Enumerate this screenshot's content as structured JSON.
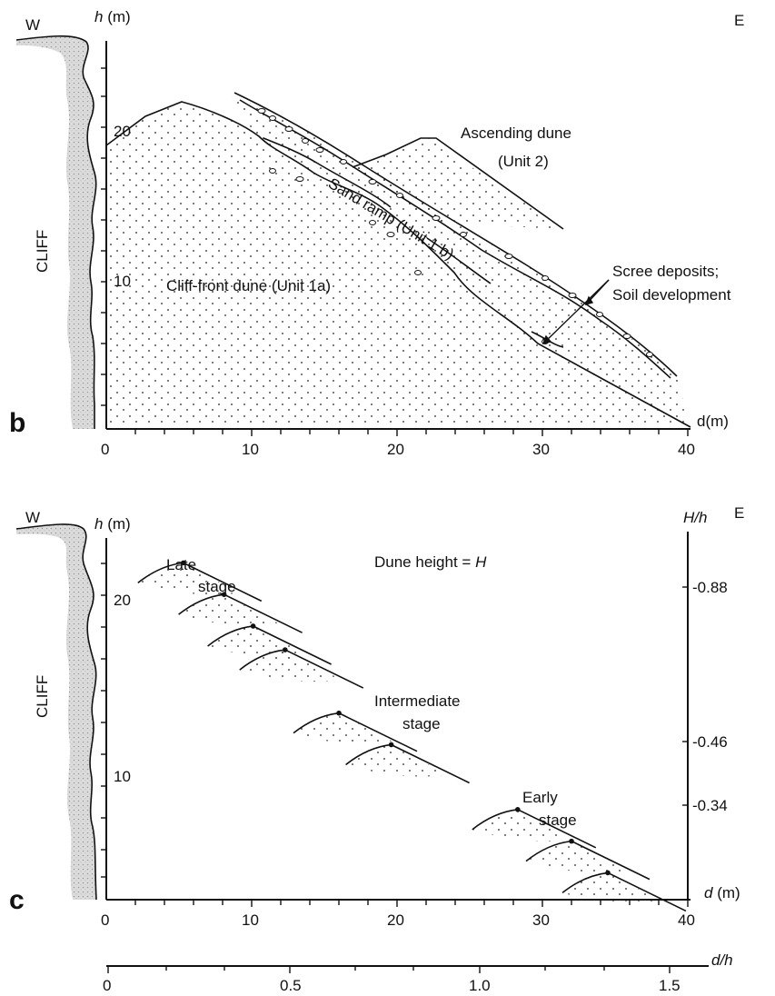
{
  "panel_b": {
    "panel_label": "b",
    "west_label": "W",
    "east_label": "E",
    "y_axis_label": "h (m)",
    "x_axis_label": "d(m)",
    "cliff_label": "CLIFF",
    "y_ticks": [
      "20",
      "10"
    ],
    "x_ticks": [
      "0",
      "10",
      "20",
      "30",
      "40"
    ],
    "labels": {
      "ascending_dune_1": "Ascending dune",
      "ascending_dune_2": "(Unit 2)",
      "sand_ramp": "Sand ramp (Unit 1 b)",
      "cliff_front_dune": "Cliff-front dune (Unit 1a)",
      "scree_1": "Scree deposits;",
      "scree_2": "Soil development"
    }
  },
  "panel_c": {
    "panel_label": "c",
    "west_label": "W",
    "east_label": "E",
    "y_axis_label": "h (m)",
    "x_axis_label": "d (m)",
    "x2_axis_label": "d/h",
    "right_axis_label": "H/h",
    "cliff_label": "CLIFF",
    "y_ticks": [
      "20",
      "10"
    ],
    "x_ticks": [
      "0",
      "10",
      "20",
      "30",
      "40"
    ],
    "x2_ticks": [
      "0",
      "0.5",
      "1.0",
      "1.5"
    ],
    "right_ticks": [
      "0.88",
      "0.46",
      "0.34"
    ],
    "dune_height_text": "Dune height = ",
    "dune_height_symbol": "H",
    "stages": {
      "late_1": "Late",
      "late_2": "stage",
      "intermediate_1": "Intermediate",
      "intermediate_2": "stage",
      "early_1": "Early",
      "early_2": "stage"
    },
    "dunes": [
      {
        "crest_d": 5.3,
        "crest_h": 21.3
      },
      {
        "crest_d": 8.1,
        "crest_h": 19.3
      },
      {
        "crest_d": 10.1,
        "crest_h": 17.3
      },
      {
        "crest_d": 12.3,
        "crest_h": 15.8
      },
      {
        "crest_d": 16.0,
        "crest_h": 11.8
      },
      {
        "crest_d": 19.6,
        "crest_h": 9.8
      },
      {
        "crest_d": 28.3,
        "crest_h": 5.7
      },
      {
        "crest_d": 32.0,
        "crest_h": 3.7
      },
      {
        "crest_d": 34.5,
        "crest_h": 1.7
      }
    ]
  }
}
